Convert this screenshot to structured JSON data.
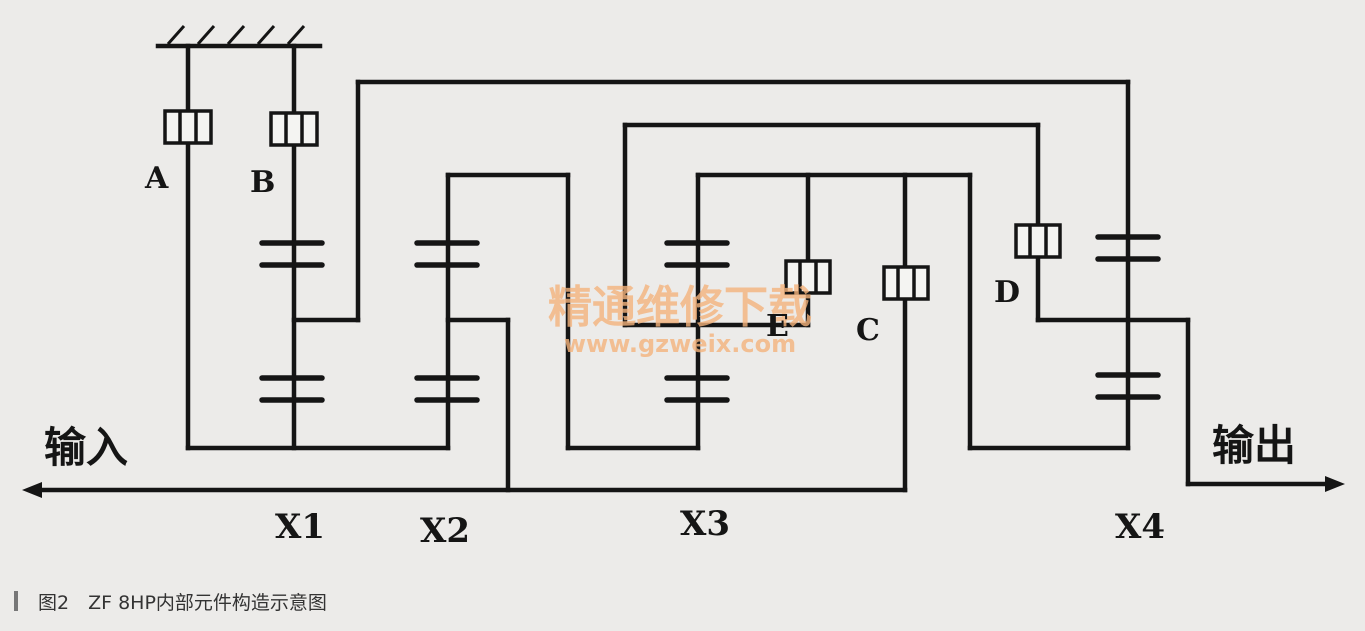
{
  "diagram": {
    "element_labels": {
      "A": "A",
      "B": "B",
      "C": "C",
      "D": "D",
      "E": "E"
    },
    "gearset_labels": [
      "X1",
      "X2",
      "X3",
      "X4"
    ],
    "input_label": "输入",
    "output_label": "输出",
    "watermark": {
      "title": "精通维修下载",
      "url": "www.gzweix.com"
    }
  },
  "caption": "图2　ZF 8HP内部元件构造示意图"
}
